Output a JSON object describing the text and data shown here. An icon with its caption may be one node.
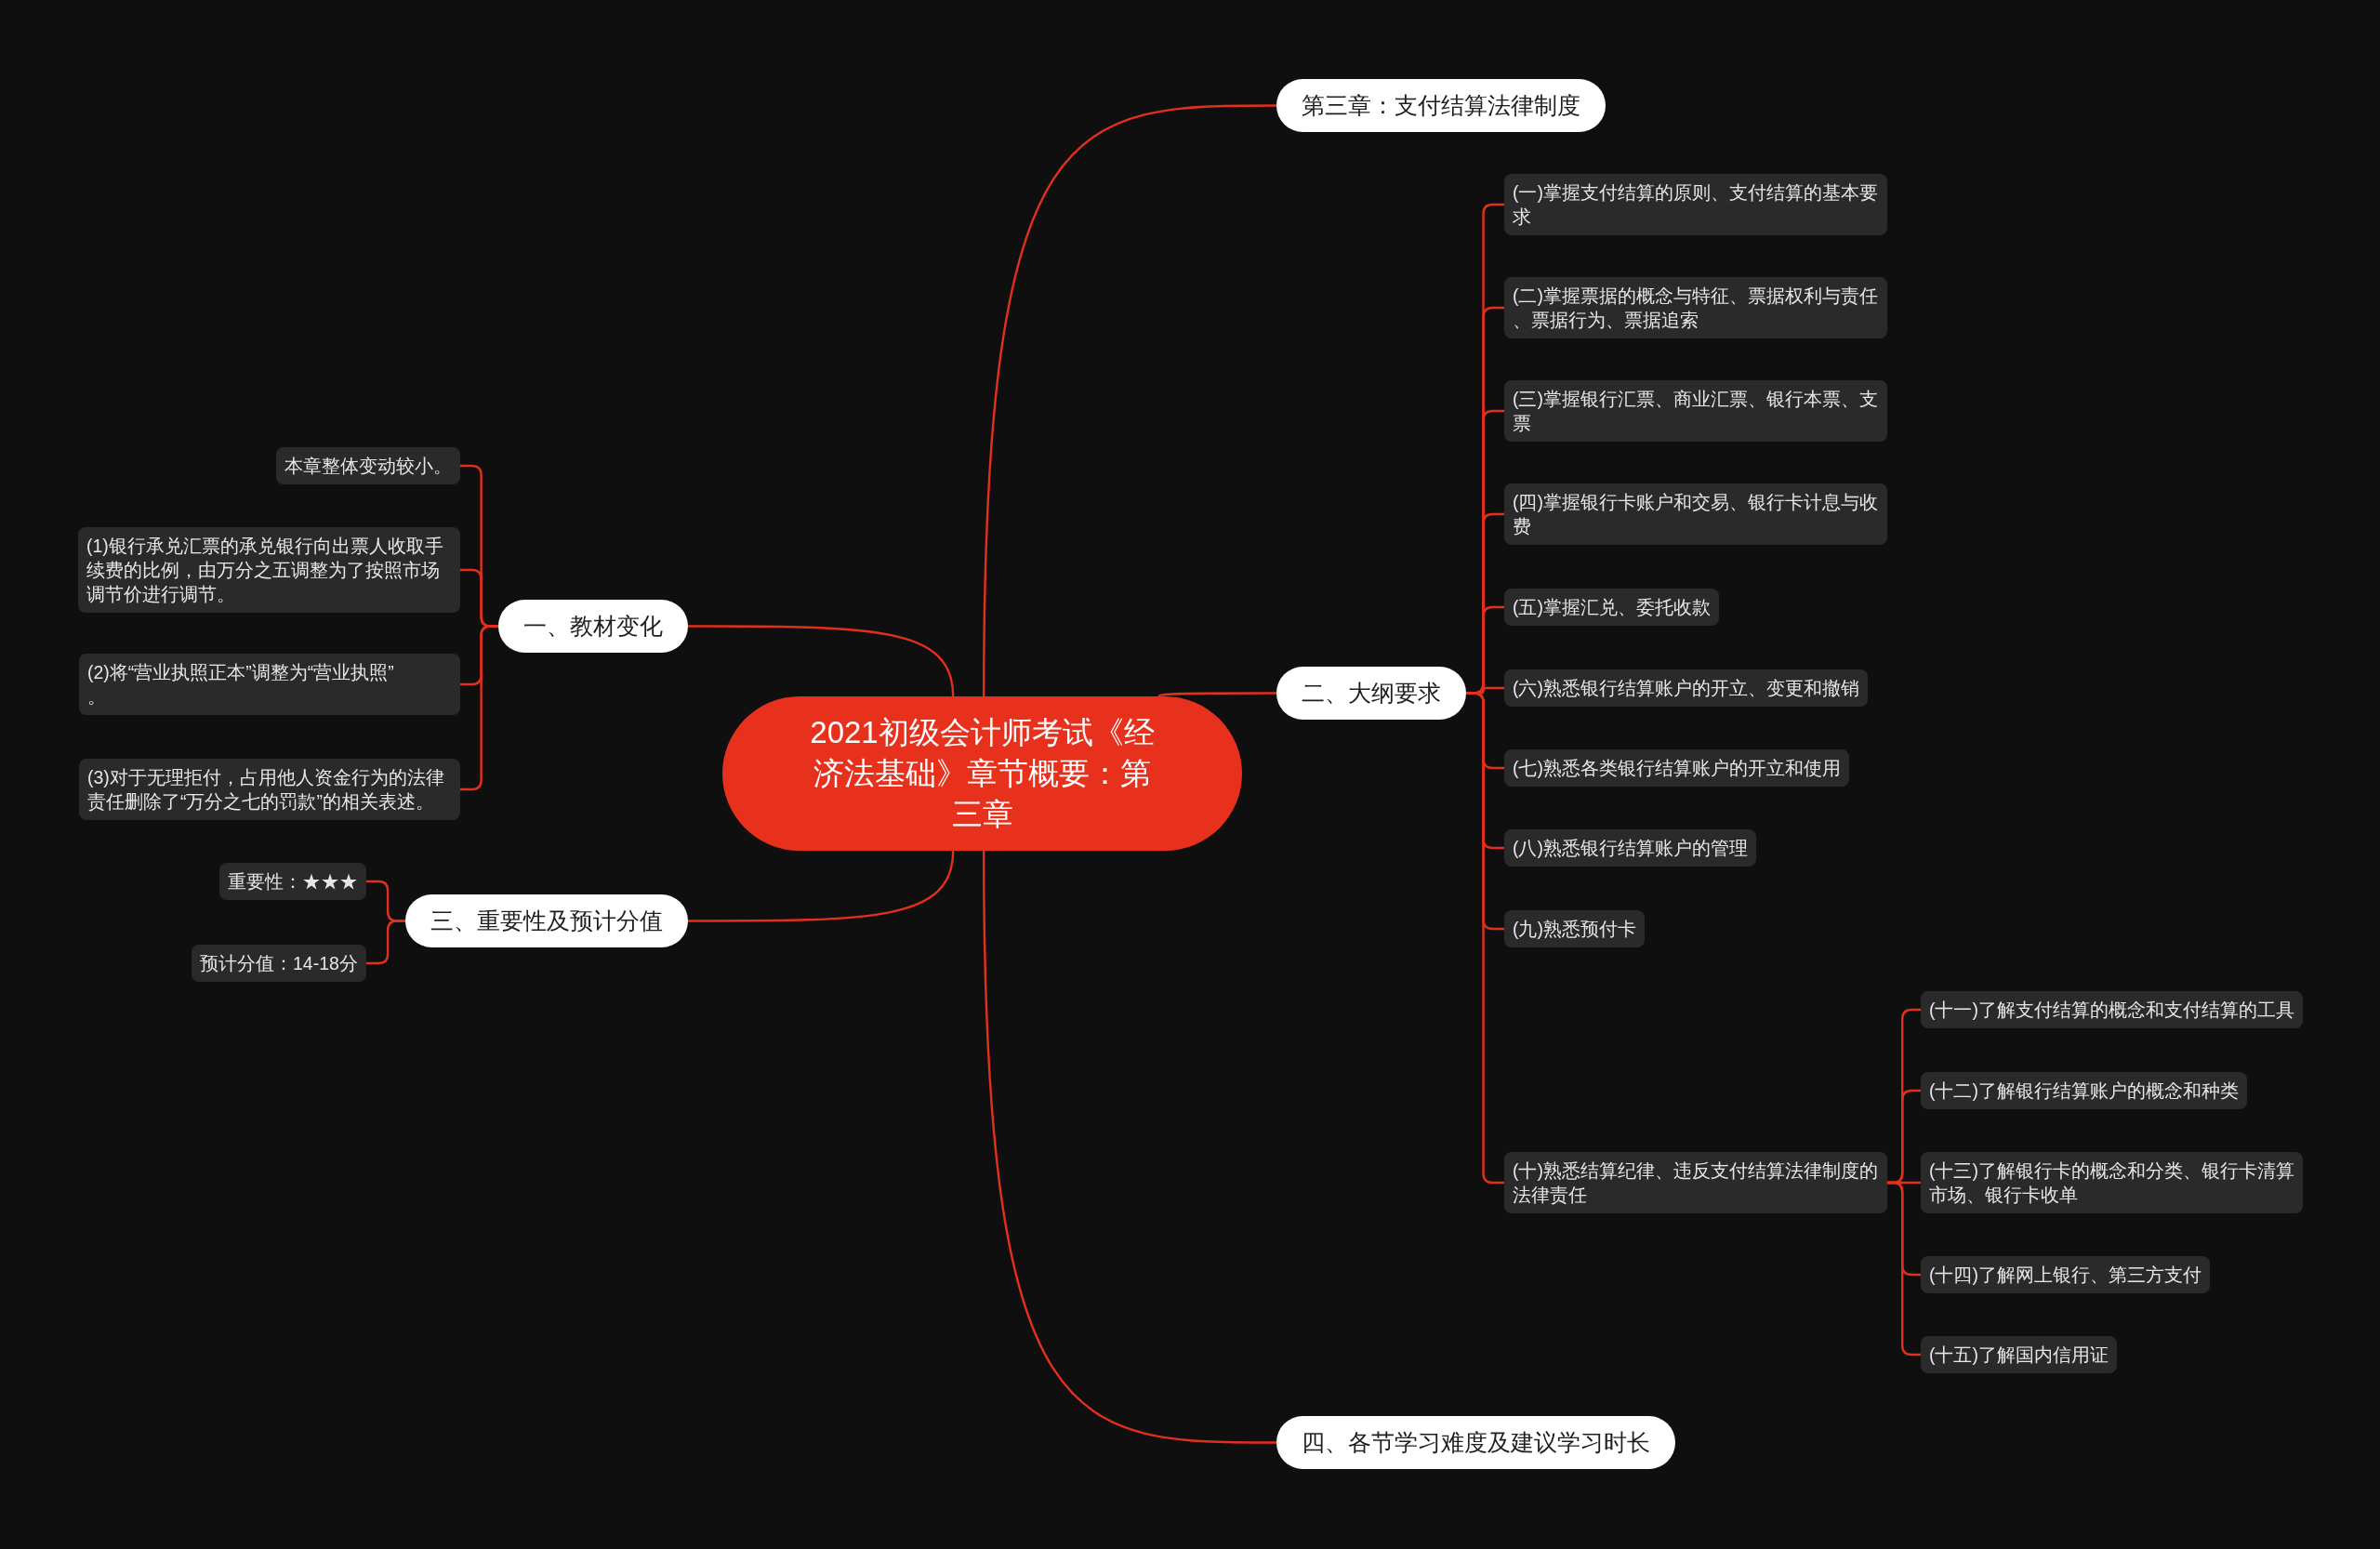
{
  "diagram": {
    "nodes": [
      {
        "text": [
          "2021初级会计师考试《经济法基础》章节概要：第三章"
        ]
      },
      {
        "text": [
          "第三章：支付结算法律制度"
        ]
      },
      {
        "text": [
          "一、教材变化"
        ]
      },
      {
        "text": [
          "本章整体变动较小。"
        ]
      },
      {
        "text": [
          "(1)银行承兑汇票的承兑银行向出票人收取手续费的比例，由万分之五调整为了按照市场调节价进行调节。"
        ]
      },
      {
        "text": [
          "(2)将“营业执照正本”调整为“营业执照”。"
        ]
      },
      {
        "text": [
          "(3)对于无理拒付，占用他人资金行为的法律责任删除了“万分之七的罚款”的相关表述。"
        ]
      },
      {
        "text": [
          "二、大纲要求"
        ]
      },
      {
        "text": [
          "(一)掌握支付结算的原则、支付结算的基本要求"
        ]
      },
      {
        "text": [
          "(二)掌握票据的概念与特征、票据权利与责任、票据行为、票据追索"
        ]
      },
      {
        "text": [
          "(三)掌握银行汇票、商业汇票、银行本票、支票"
        ]
      },
      {
        "text": [
          "(四)掌握银行卡账户和交易、银行卡计息与收费"
        ]
      },
      {
        "text": [
          "(五)掌握汇兑、委托收款"
        ]
      },
      {
        "text": [
          "(六)熟悉银行结算账户的开立、变更和撤销"
        ]
      },
      {
        "text": [
          "(七)熟悉各类银行结算账户的开立和使用"
        ]
      },
      {
        "text": [
          "(八)熟悉银行结算账户的管理"
        ]
      },
      {
        "text": [
          "(九)熟悉预付卡"
        ]
      },
      {
        "text": [
          "(十)熟悉结算纪律、违反支付结算法律制度的法律责任"
        ]
      },
      {
        "text": [
          "(十一)了解支付结算的概念和支付结算的工具"
        ]
      },
      {
        "text": [
          "(十二)了解银行结算账户的概念和种类"
        ]
      },
      {
        "text": [
          "(十三)了解银行卡的概念和分类、银行卡清算市场、银行卡收单"
        ]
      },
      {
        "text": [
          "(十四)了解网上银行、第三方支付"
        ]
      },
      {
        "text": [
          "(十五)了解国内信用证"
        ]
      },
      {
        "text": [
          "三、重要性及预计分值"
        ]
      },
      {
        "text": [
          "重要性：★★★"
        ]
      },
      {
        "text": [
          "预计分值：14-18分"
        ]
      },
      {
        "text": [
          "四、各节学习难度及建议学习时长"
        ]
      }
    ],
    "edges": [
      {
        "from": 0,
        "to": 1,
        "arrow": "none"
      },
      {
        "from": 0,
        "to": 2,
        "arrow": "none"
      },
      {
        "from": 2,
        "to": 3,
        "arrow": "none"
      },
      {
        "from": 2,
        "to": 4,
        "arrow": "none"
      },
      {
        "from": 2,
        "to": 5,
        "arrow": "none"
      },
      {
        "from": 2,
        "to": 6,
        "arrow": "none"
      },
      {
        "from": 0,
        "to": 7,
        "arrow": "none"
      },
      {
        "from": 7,
        "to": 8,
        "arrow": "none"
      },
      {
        "from": 7,
        "to": 9,
        "arrow": "none"
      },
      {
        "from": 7,
        "to": 10,
        "arrow": "none"
      },
      {
        "from": 7,
        "to": 11,
        "arrow": "none"
      },
      {
        "from": 7,
        "to": 12,
        "arrow": "none"
      },
      {
        "from": 7,
        "to": 13,
        "arrow": "none"
      },
      {
        "from": 7,
        "to": 14,
        "arrow": "none"
      },
      {
        "from": 7,
        "to": 15,
        "arrow": "none"
      },
      {
        "from": 7,
        "to": 16,
        "arrow": "none"
      },
      {
        "from": 7,
        "to": 17,
        "arrow": "none"
      },
      {
        "from": 17,
        "to": 18,
        "arrow": "none"
      },
      {
        "from": 17,
        "to": 19,
        "arrow": "none"
      },
      {
        "from": 17,
        "to": 20,
        "arrow": "none"
      },
      {
        "from": 17,
        "to": 21,
        "arrow": "none"
      },
      {
        "from": 17,
        "to": 22,
        "arrow": "none"
      },
      {
        "from": 0,
        "to": 23,
        "arrow": "none"
      },
      {
        "from": 23,
        "to": 24,
        "arrow": "none"
      },
      {
        "from": 23,
        "to": 25,
        "arrow": "none"
      },
      {
        "from": 0,
        "to": 26,
        "arrow": "none"
      }
    ]
  }
}
